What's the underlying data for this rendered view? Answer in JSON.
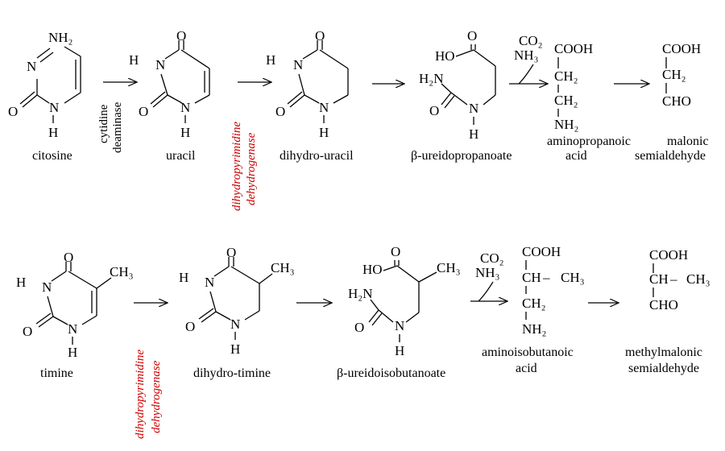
{
  "colors": {
    "enzyme_highlight": "#d00000",
    "ink": "#000000"
  },
  "atoms": {
    "NH2": "NH₂",
    "N": "N",
    "O": "O",
    "H": "H",
    "NH": "N",
    "CH3": "CH₃",
    "HO": "HO",
    "H2N": "H₂N",
    "CO2": "CO₂",
    "NH3": "NH₃",
    "COOH": "COOH",
    "CH2": "CH₂",
    "CHO": "CHO",
    "CH": "CH",
    "dash": "–"
  },
  "row1": {
    "compounds": [
      "citosine",
      "uracil",
      "dihydro-uracil",
      "β-ureidopropanoate",
      "aminopropanoic",
      "acid",
      "malonic",
      "semialdehyde"
    ],
    "enzymes": [
      "cytidine",
      "deaminase",
      "dihydropyrimidine",
      "dehydrogenase"
    ]
  },
  "row2": {
    "compounds": [
      "timine",
      "dihydro-timine",
      "β-ureidoisobutanoate",
      "aminoisobutanoic",
      "acid",
      "methylmalonic",
      "semialdehyde"
    ],
    "enzymes": [
      "dihydropyrimidine",
      "dehydrogenase"
    ]
  }
}
